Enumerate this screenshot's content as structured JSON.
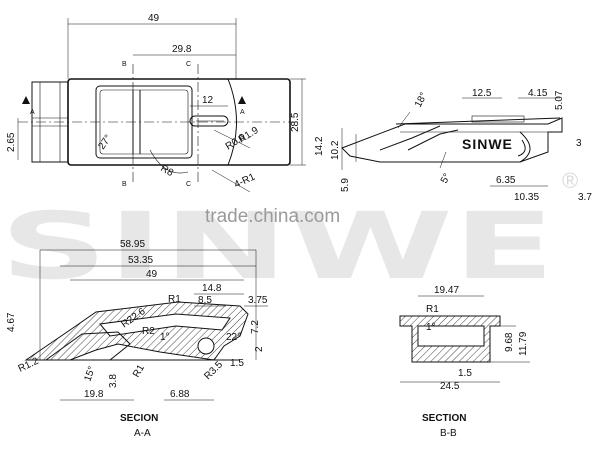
{
  "watermark": {
    "brand": "SINWE",
    "registered": "®",
    "site": "trade.china.com"
  },
  "top_view": {
    "dims": {
      "overall": "49",
      "inner": "29.8",
      "slot": "12",
      "height": "28.5",
      "left_offset": "2.65",
      "radius_r19": "R1.9",
      "radius_r06": "R0.6",
      "angle_27": "27°",
      "radius_r8": "R8",
      "radius_4r1": "4-R1"
    },
    "section_marks": {
      "a": "A",
      "b": "B",
      "c": "C"
    }
  },
  "side_view": {
    "brand": "SINWE",
    "dims": {
      "angle_18": "18°",
      "w125": "12.5",
      "w415": "4.15",
      "h507": "5.07",
      "h142": "14.2",
      "h102": "10.2",
      "h3": "3",
      "h59": "5.9",
      "angle_5": "5°",
      "w635": "6.35",
      "w1035": "10.35",
      "w37": "3.7"
    }
  },
  "section_aa": {
    "title": "SECION",
    "subtitle": "A-A",
    "dims": {
      "d5895": "58.95",
      "d5335": "53.35",
      "d49": "49",
      "d148": "14.8",
      "d85": "8.5",
      "d375": "3.75",
      "d467": "4.67",
      "r226": "R22.6",
      "r1a": "R1",
      "r2": "R2",
      "a1": "1°",
      "a22": "22°",
      "d72": "7.2",
      "d2": "2",
      "d15": "1.5",
      "r12": "R1.2",
      "a15": "15°",
      "d38": "3.8",
      "r1b": "R1",
      "r35": "R3.5",
      "d198": "19.8",
      "d688": "6.88"
    }
  },
  "section_bb": {
    "title": "SECTION",
    "subtitle": "B-B",
    "dims": {
      "d1947": "19.47",
      "r1": "R1",
      "a1": "1°",
      "d968": "9.68",
      "d1179": "11.79",
      "d15": "1.5",
      "d245": "24.5"
    }
  }
}
